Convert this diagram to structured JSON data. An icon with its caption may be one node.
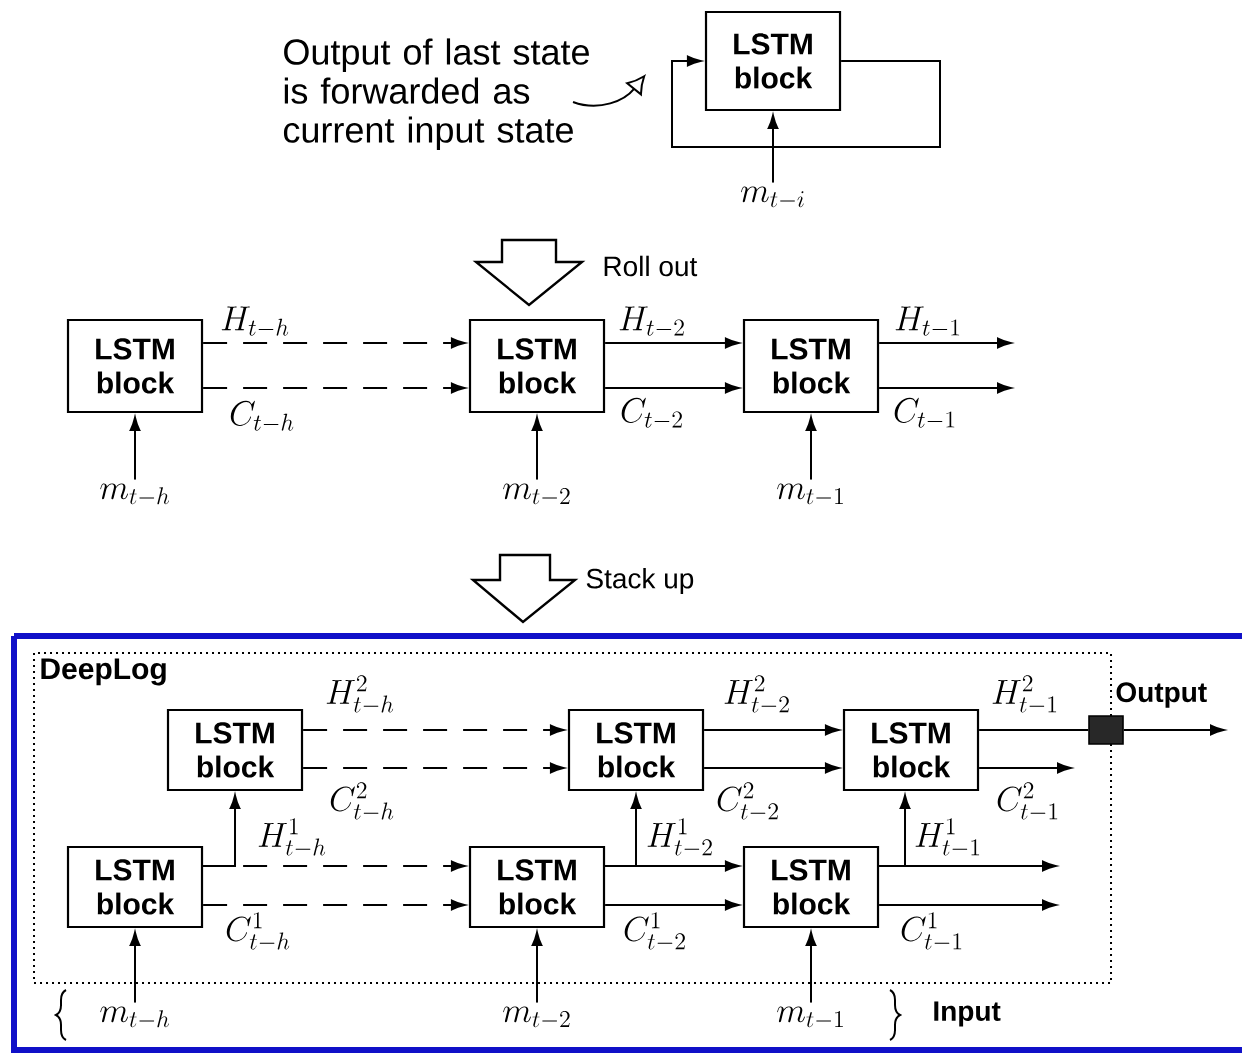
{
  "diagram": {
    "nodes": [
      {
        "text": [
          "LSTM block"
        ]
      },
      {
        "text": [
          "m_{t-i}"
        ]
      },
      {
        "text": [
          "LSTM block"
        ]
      },
      {
        "text": [
          "LSTM block"
        ]
      },
      {
        "text": [
          "LSTM block"
        ]
      },
      {
        "text": [
          "m_{t-h}"
        ]
      },
      {
        "text": [
          "m_{t-2}"
        ]
      },
      {
        "text": [
          "m_{t-1}"
        ]
      },
      {
        "text": [
          "DeepLog"
        ]
      },
      {
        "text": [
          "LSTM block"
        ],
        "in": 8
      },
      {
        "text": [
          "LSTM block"
        ],
        "in": 8
      },
      {
        "text": [
          "LSTM block"
        ],
        "in": 8
      },
      {
        "text": [
          "LSTM block"
        ],
        "in": 8
      },
      {
        "text": [
          "LSTM block"
        ],
        "in": 8
      },
      {
        "text": [
          "LSTM block"
        ],
        "in": 8
      },
      {
        "text": [],
        "shape": "box"
      },
      {
        "text": [
          "m_{t-h}"
        ]
      },
      {
        "text": [
          "m_{t-2}"
        ]
      },
      {
        "text": [
          "m_{t-1}"
        ]
      }
    ],
    "edges": [
      {
        "from": 0,
        "to": 0,
        "arrow": "to"
      },
      {
        "from": 1,
        "to": 0,
        "arrow": "to"
      },
      {
        "from": 5,
        "to": 2,
        "arrow": "to"
      },
      {
        "from": 6,
        "to": 3,
        "arrow": "to"
      },
      {
        "from": 7,
        "to": 4,
        "arrow": "to"
      },
      {
        "from": 2,
        "to": 3,
        "arrow": "to",
        "label": "H_{t-h}",
        "style": "dashed"
      },
      {
        "from": 2,
        "to": 3,
        "arrow": "to",
        "label": "C_{t-h}",
        "style": "dashed"
      },
      {
        "from": 3,
        "to": 4,
        "arrow": "to",
        "label": "H_{t-2}"
      },
      {
        "from": 3,
        "to": 4,
        "arrow": "to",
        "label": "C_{t-2}"
      },
      {
        "from": 4,
        "to": null,
        "arrow": "to",
        "label": "H_{t-1}"
      },
      {
        "from": 4,
        "to": null,
        "arrow": "to",
        "label": "C_{t-1}"
      },
      {
        "from": 9,
        "to": 10,
        "arrow": "to",
        "label": "H^{2}_{t-h}",
        "style": "dashed"
      },
      {
        "from": 9,
        "to": 10,
        "arrow": "to",
        "label": "C^{2}_{t-h}",
        "style": "dashed"
      },
      {
        "from": 10,
        "to": 11,
        "arrow": "to",
        "label": "H^{2}_{t-2}"
      },
      {
        "from": 10,
        "to": 11,
        "arrow": "to",
        "label": "C^{2}_{t-2}"
      },
      {
        "from": 11,
        "to": 15,
        "arrow": "none",
        "label": "H^{2}_{t-1}"
      },
      {
        "from": 15,
        "to": null,
        "arrow": "to"
      },
      {
        "from": 11,
        "to": null,
        "arrow": "to",
        "label": "C^{2}_{t-1}"
      },
      {
        "from": 12,
        "to": 13,
        "arrow": "to",
        "label": "H^{1}_{t-h}",
        "style": "dashed"
      },
      {
        "from": 12,
        "to": 13,
        "arrow": "to",
        "label": "C^{1}_{t-h}",
        "style": "dashed"
      },
      {
        "from": 13,
        "to": 14,
        "arrow": "to",
        "label": "H^{1}_{t-2}"
      },
      {
        "from": 13,
        "to": 14,
        "arrow": "to",
        "label": "C^{1}_{t-2}"
      },
      {
        "from": 14,
        "to": null,
        "arrow": "to",
        "label": "H^{1}_{t-1}"
      },
      {
        "from": 14,
        "to": null,
        "arrow": "to",
        "label": "C^{1}_{t-1}"
      },
      {
        "from": 12,
        "to": 9,
        "arrow": "to"
      },
      {
        "from": 13,
        "to": 10,
        "arrow": "to"
      },
      {
        "from": 14,
        "to": 11,
        "arrow": "to"
      },
      {
        "from": 16,
        "to": 12,
        "arrow": "to"
      },
      {
        "from": 17,
        "to": 13,
        "arrow": "to"
      },
      {
        "from": 18,
        "to": 14,
        "arrow": "to"
      }
    ],
    "labels": [
      "Output of last state is forwarded as current input state",
      "Roll out",
      "Stack up",
      "Output",
      "Input"
    ]
  }
}
